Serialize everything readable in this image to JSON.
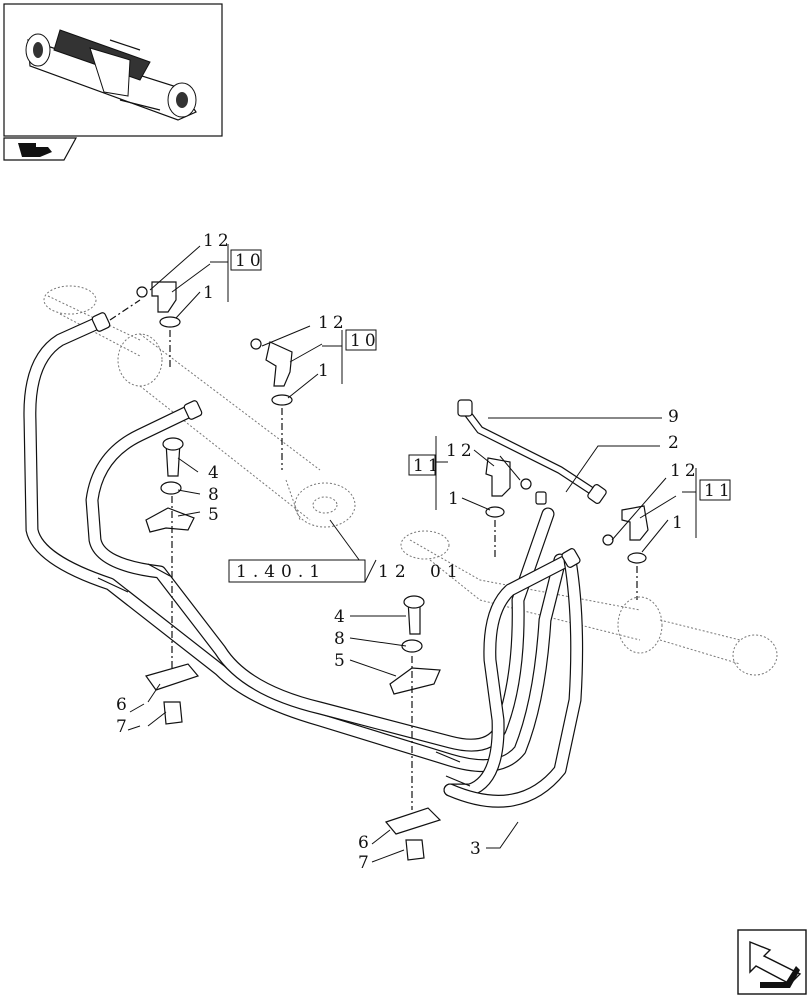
{
  "callouts": {
    "c1": "1",
    "c2": "2",
    "c3": "3",
    "c4": "4",
    "c5": "5",
    "c6": "6",
    "c7": "7",
    "c8": "8",
    "c9": "9",
    "c10": "10",
    "c11": "11",
    "c12": "12"
  },
  "reference": {
    "code_a": "1.40.1",
    "code_b": "12",
    "code_c": "01"
  },
  "icons": {
    "thumbnail": "axle-assembly-icon",
    "prev_page": "arrow-back-icon",
    "next_page": "arrow-forward-icon"
  }
}
